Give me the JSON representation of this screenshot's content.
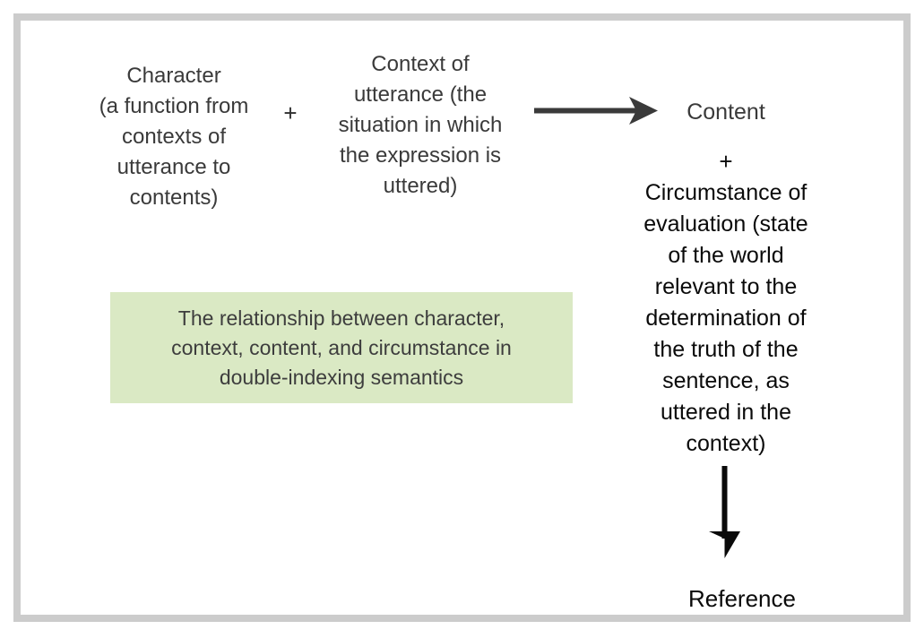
{
  "figure": {
    "type": "flow-diagram",
    "border_color": "#cccccc",
    "background_color": "#ffffff"
  },
  "nodes": {
    "character": {
      "text": "Character\n(a function from\ncontexts of\nutterance to\ncontents)",
      "color": "#3a3a3a"
    },
    "context": {
      "text": "Context of\nutterance (the\nsituation in which\nthe expression is\nuttered)",
      "color": "#3a3a3a"
    },
    "content": {
      "text": "Content",
      "color": "#3a3a3a"
    },
    "circumstance": {
      "text": "Circumstance of\nevaluation (state\nof the world\nrelevant to the\ndetermination of\nthe truth of the\nsentence, as\nuttered in the\ncontext)",
      "color": "#0a0a0a"
    },
    "reference": {
      "text": "Reference",
      "color": "#0a0a0a"
    }
  },
  "operators": {
    "plus_left": "+",
    "plus_right": "+"
  },
  "arrows": {
    "horizontal": {
      "name": "arrow-right",
      "color": "#3a3a3a",
      "from": "context",
      "to": "content"
    },
    "vertical": {
      "name": "arrow-down",
      "color": "#0a0a0a",
      "from": "circumstance",
      "to": "reference"
    }
  },
  "caption": {
    "text": "The relationship between character,\ncontext, content, and circumstance in\ndouble-indexing semantics",
    "background_color": "#dae9c4",
    "text_color": "#3d3d3d"
  }
}
